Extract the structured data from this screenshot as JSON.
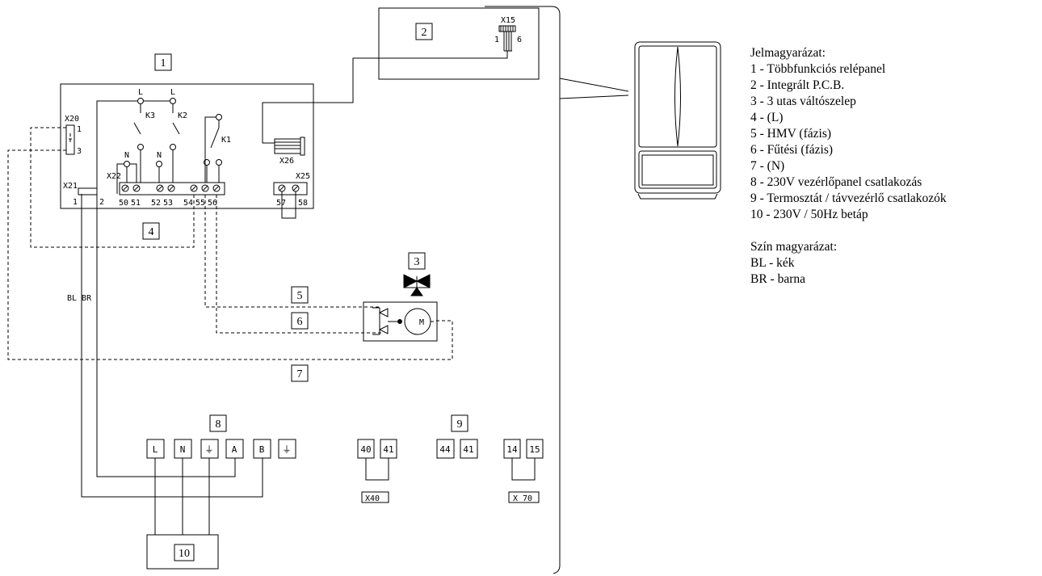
{
  "boxes": {
    "b1": "1",
    "b2": "2",
    "b3": "3",
    "b4": "4",
    "b5": "5",
    "b6": "6",
    "b7": "7",
    "b8": "8",
    "b9": "9",
    "b10": "10"
  },
  "connectors": {
    "x15": "X15",
    "x15_pin1": "1",
    "x15_pin6": "6",
    "x20": "X20",
    "x20_pin1": "1",
    "x20_pin3": "3",
    "x21": "X21",
    "x21_pin1": "1",
    "x21_pin2": "2",
    "x22": "X22",
    "x25": "X25",
    "x26": "X26",
    "x40": "X40",
    "x70": "X 70"
  },
  "relays": {
    "k1": "K1",
    "k2": "K2",
    "k3": "K3",
    "l_left": "L",
    "l_right": "L",
    "n_left": "N",
    "n_right": "N"
  },
  "terminal_numbers": [
    "50",
    "51",
    "52",
    "53",
    "54",
    "55",
    "56",
    "57",
    "58"
  ],
  "motor_label": "M",
  "wire_colors_label": "BL BR",
  "terminals_8": [
    "L",
    "N",
    "⏚",
    "A",
    "B",
    "⏚"
  ],
  "terminals_9": {
    "x40_a": "40",
    "x40_b": "41",
    "mid_a": "44",
    "mid_b": "41",
    "x70_a": "14",
    "x70_b": "15"
  },
  "legend": {
    "title": "Jelmagyarázat:",
    "items": [
      "1 - Többfunkciós relépanel",
      "2 - Integrált P.C.B.",
      "3 - 3 utas váltószelep",
      "4 - (L)",
      "5 - HMV (fázis)",
      "6 - Fűtési (fázis)",
      "7 - (N)",
      "8 - 230V vezérlőpanel csatlakozás",
      "9 - Termosztát / távvezérlő csatlakozók",
      "10 - 230V / 50Hz betáp"
    ],
    "color_title": "Szín magyarázat:",
    "colors": [
      "BL - kék",
      "BR - barna"
    ]
  }
}
